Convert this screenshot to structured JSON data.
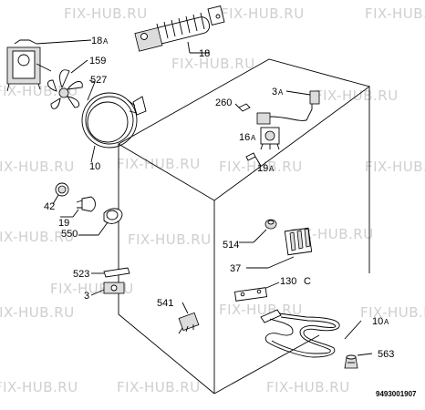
{
  "watermark": "FIX-HUB.RU",
  "code": "9493001907",
  "labels": {
    "l18a": "18",
    "l18a_s": "A",
    "l159": "159",
    "l527": "527",
    "l18": "18",
    "l10": "10",
    "l260": "260",
    "l3a": "3",
    "l3a_s": "A",
    "l16a": "16",
    "l16a_s": "A",
    "l19a": "19",
    "l19a_s": "A",
    "l42": "42",
    "l19": "19",
    "l550": "550",
    "l514": "514",
    "l37": "37",
    "l130c": "130",
    "l130c_s": "C",
    "l523": "523",
    "l3": "3",
    "l541": "541",
    "l10a": "10",
    "l10a_s": "A",
    "l563": "563"
  }
}
